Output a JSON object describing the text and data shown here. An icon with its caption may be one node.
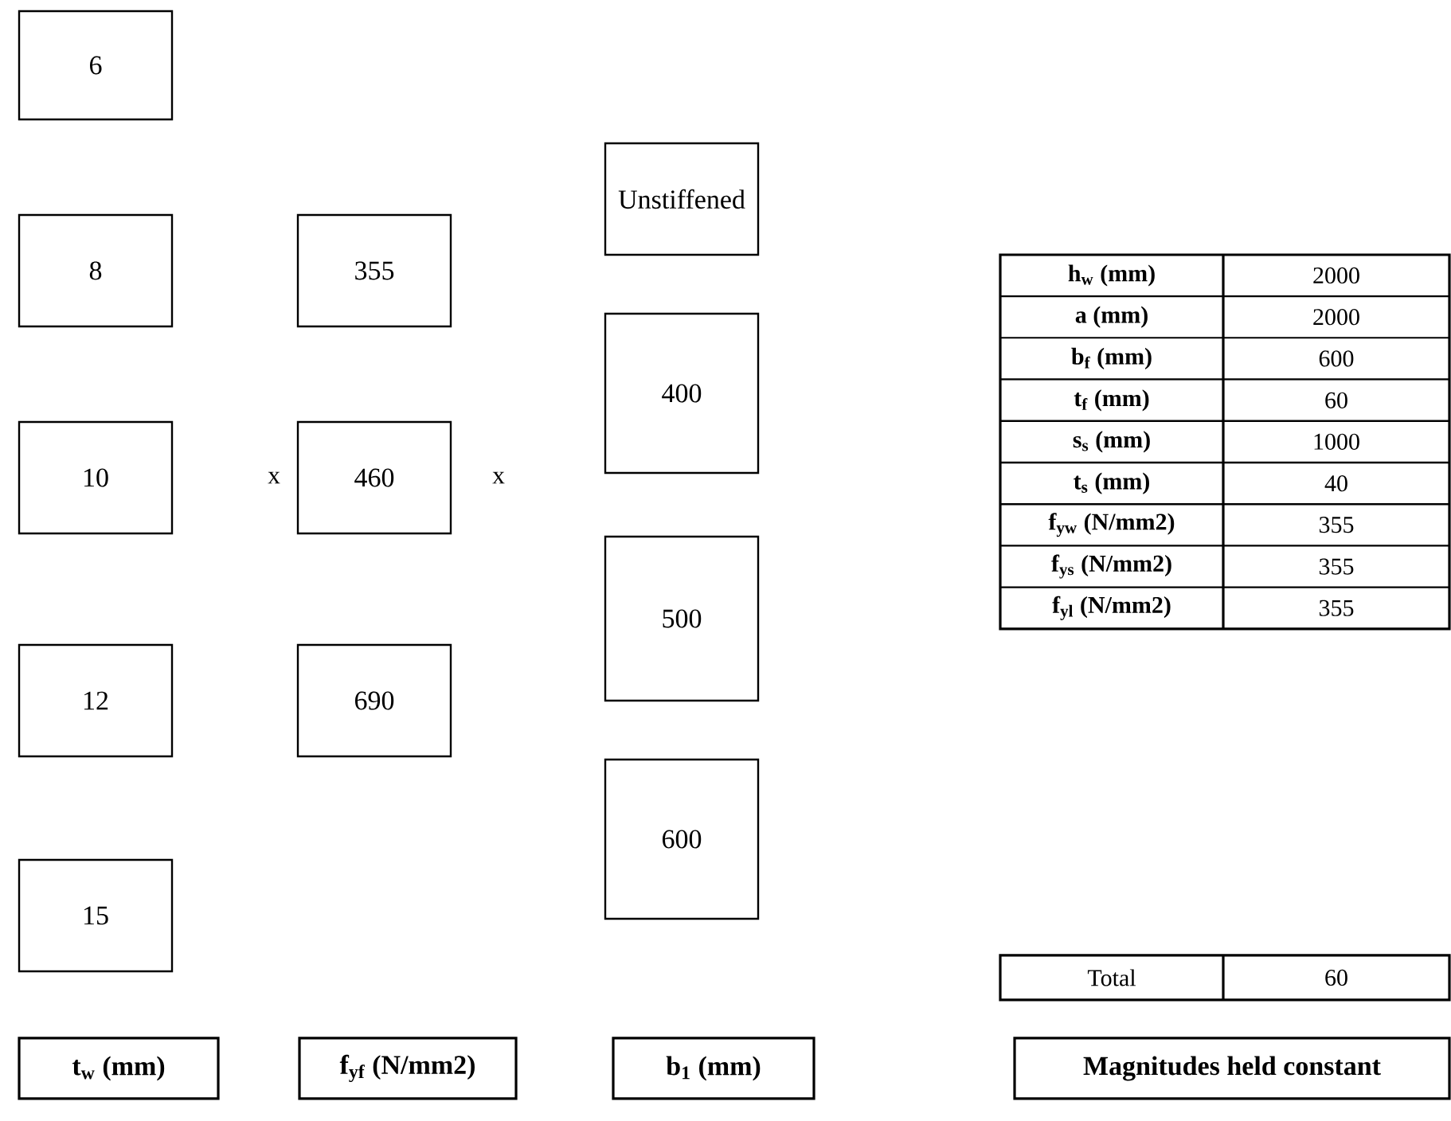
{
  "diagram": {
    "nodes": [
      {
        "text": [
          "6"
        ]
      },
      {
        "text": [
          "8"
        ]
      },
      {
        "text": [
          "10"
        ]
      },
      {
        "text": [
          "12"
        ]
      },
      {
        "text": [
          "15"
        ]
      },
      {
        "text": [
          "355"
        ]
      },
      {
        "text": [
          "460"
        ]
      },
      {
        "text": [
          "690"
        ]
      },
      {
        "text": [
          "Unstiffened"
        ]
      },
      {
        "text": [
          "400"
        ]
      },
      {
        "text": [
          "500"
        ]
      },
      {
        "text": [
          "600"
        ]
      },
      {
        "text": [
          "t$_{w}$ (mm)"
        ]
      },
      {
        "text": [
          "f$_{yf}$  (N/mm2)"
        ]
      },
      {
        "text": [
          "b$_{1}$ (mm)"
        ]
      },
      {
        "text": [
          "Magnitudes held constant"
        ]
      }
    ],
    "labels": [
      "x",
      "x",
      "h$_{w}$ (mm)",
      "2000",
      "a (mm)",
      "2000",
      "b$_{f}$ (mm)",
      "600",
      "t$_{f}$ (mm)",
      "60",
      "s$_{s}$ (mm)",
      "1000",
      "t$_{s}$ (mm)",
      "40",
      "f$_{yw}$  (N/mm2)",
      "355",
      "f$_{ys}$  (N/mm2)",
      "355",
      "f$_{yl}$  (N/mm2)",
      "355",
      "Total",
      "60"
    ]
  }
}
